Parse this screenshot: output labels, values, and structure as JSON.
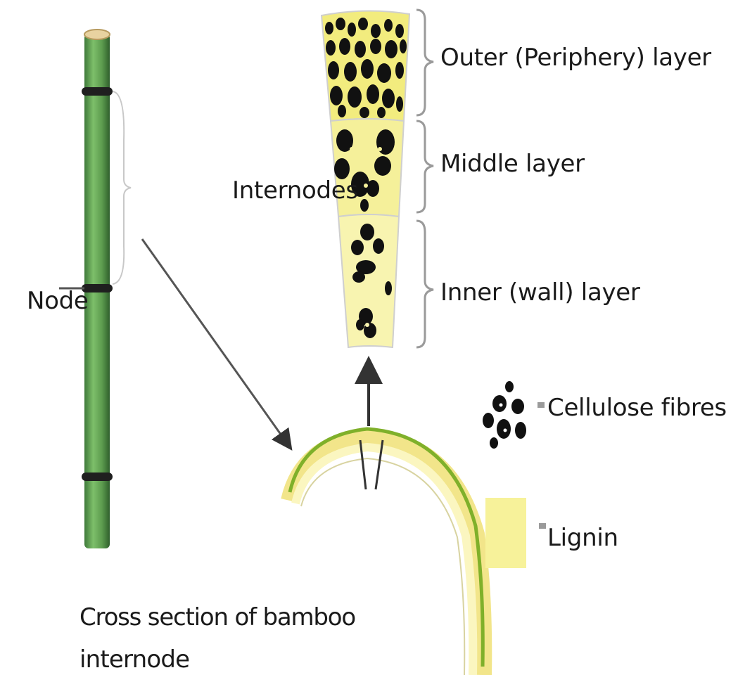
{
  "labels": {
    "outer_layer": "Outer (Periphery) layer",
    "middle_layer": "Middle layer",
    "internodes": "Internodes",
    "inner_layer": "Inner (wall) layer",
    "node": "Node",
    "cellulose": "Cellulose fibres",
    "lignin": "Lignin",
    "cross_section_line1": "Cross section of bamboo",
    "cross_section_line2": "internode"
  },
  "colors": {
    "bamboo_stem": "#6aaa5a",
    "bamboo_stem_dark": "#3f7a3a",
    "lignin": "#f7f29a",
    "cellulose": "#111111",
    "outer_ring": "#7fb02a",
    "arrow": "#333333"
  },
  "icons": {
    "cellulose_legend": "cellulose-fibre-cluster",
    "lignin_legend": "lignin-swatch"
  }
}
